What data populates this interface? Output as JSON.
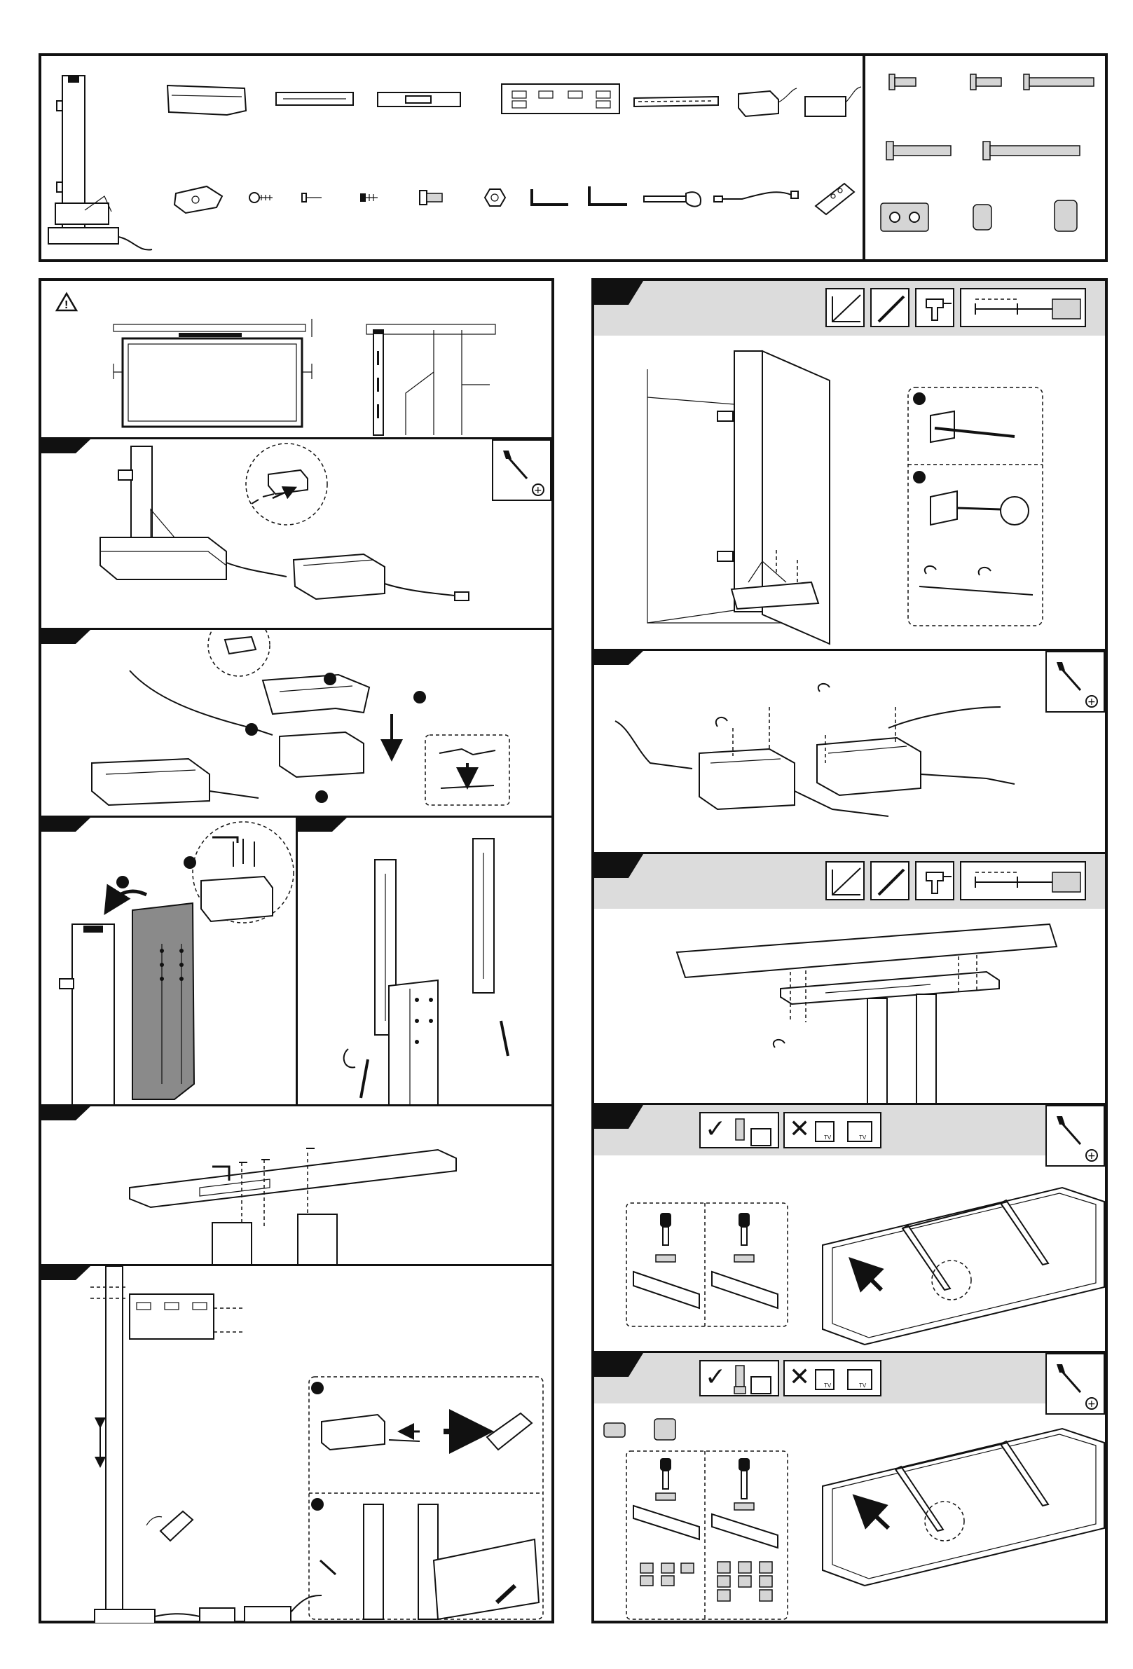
{
  "page": {
    "footer_text": ""
  },
  "warning": {
    "icon": "warning-triangle-icon",
    "symbol": "!"
  },
  "parts_box": {
    "items": [
      "column-with-base",
      "mounting-bracket",
      "rail-short",
      "rail-long",
      "tv-plate",
      "slotted-rail",
      "control-box",
      "power-adapter",
      "clamp-bracket",
      "wood-screw",
      "small-screw",
      "machine-screw",
      "bolt-large",
      "nut",
      "allen-key-small",
      "allen-key-large",
      "wrench",
      "cable",
      "remote-control"
    ]
  },
  "screws_box": {
    "items": [
      "screw-m4-short",
      "screw-m4-medium",
      "screw-m4-long",
      "screw-m6-medium",
      "screw-m6-long",
      "spacer-washer",
      "spacer-short",
      "spacer-tall"
    ]
  },
  "tools": {
    "screwdriver": "cross-screwdriver-icon",
    "plus": "⊕"
  },
  "steps": {
    "step_e_tv": {
      "tv_label": "TV"
    },
    "step_f_tv": {
      "tv_label": "TV"
    }
  },
  "markers": {
    "check": "✓",
    "cross": "✕"
  }
}
